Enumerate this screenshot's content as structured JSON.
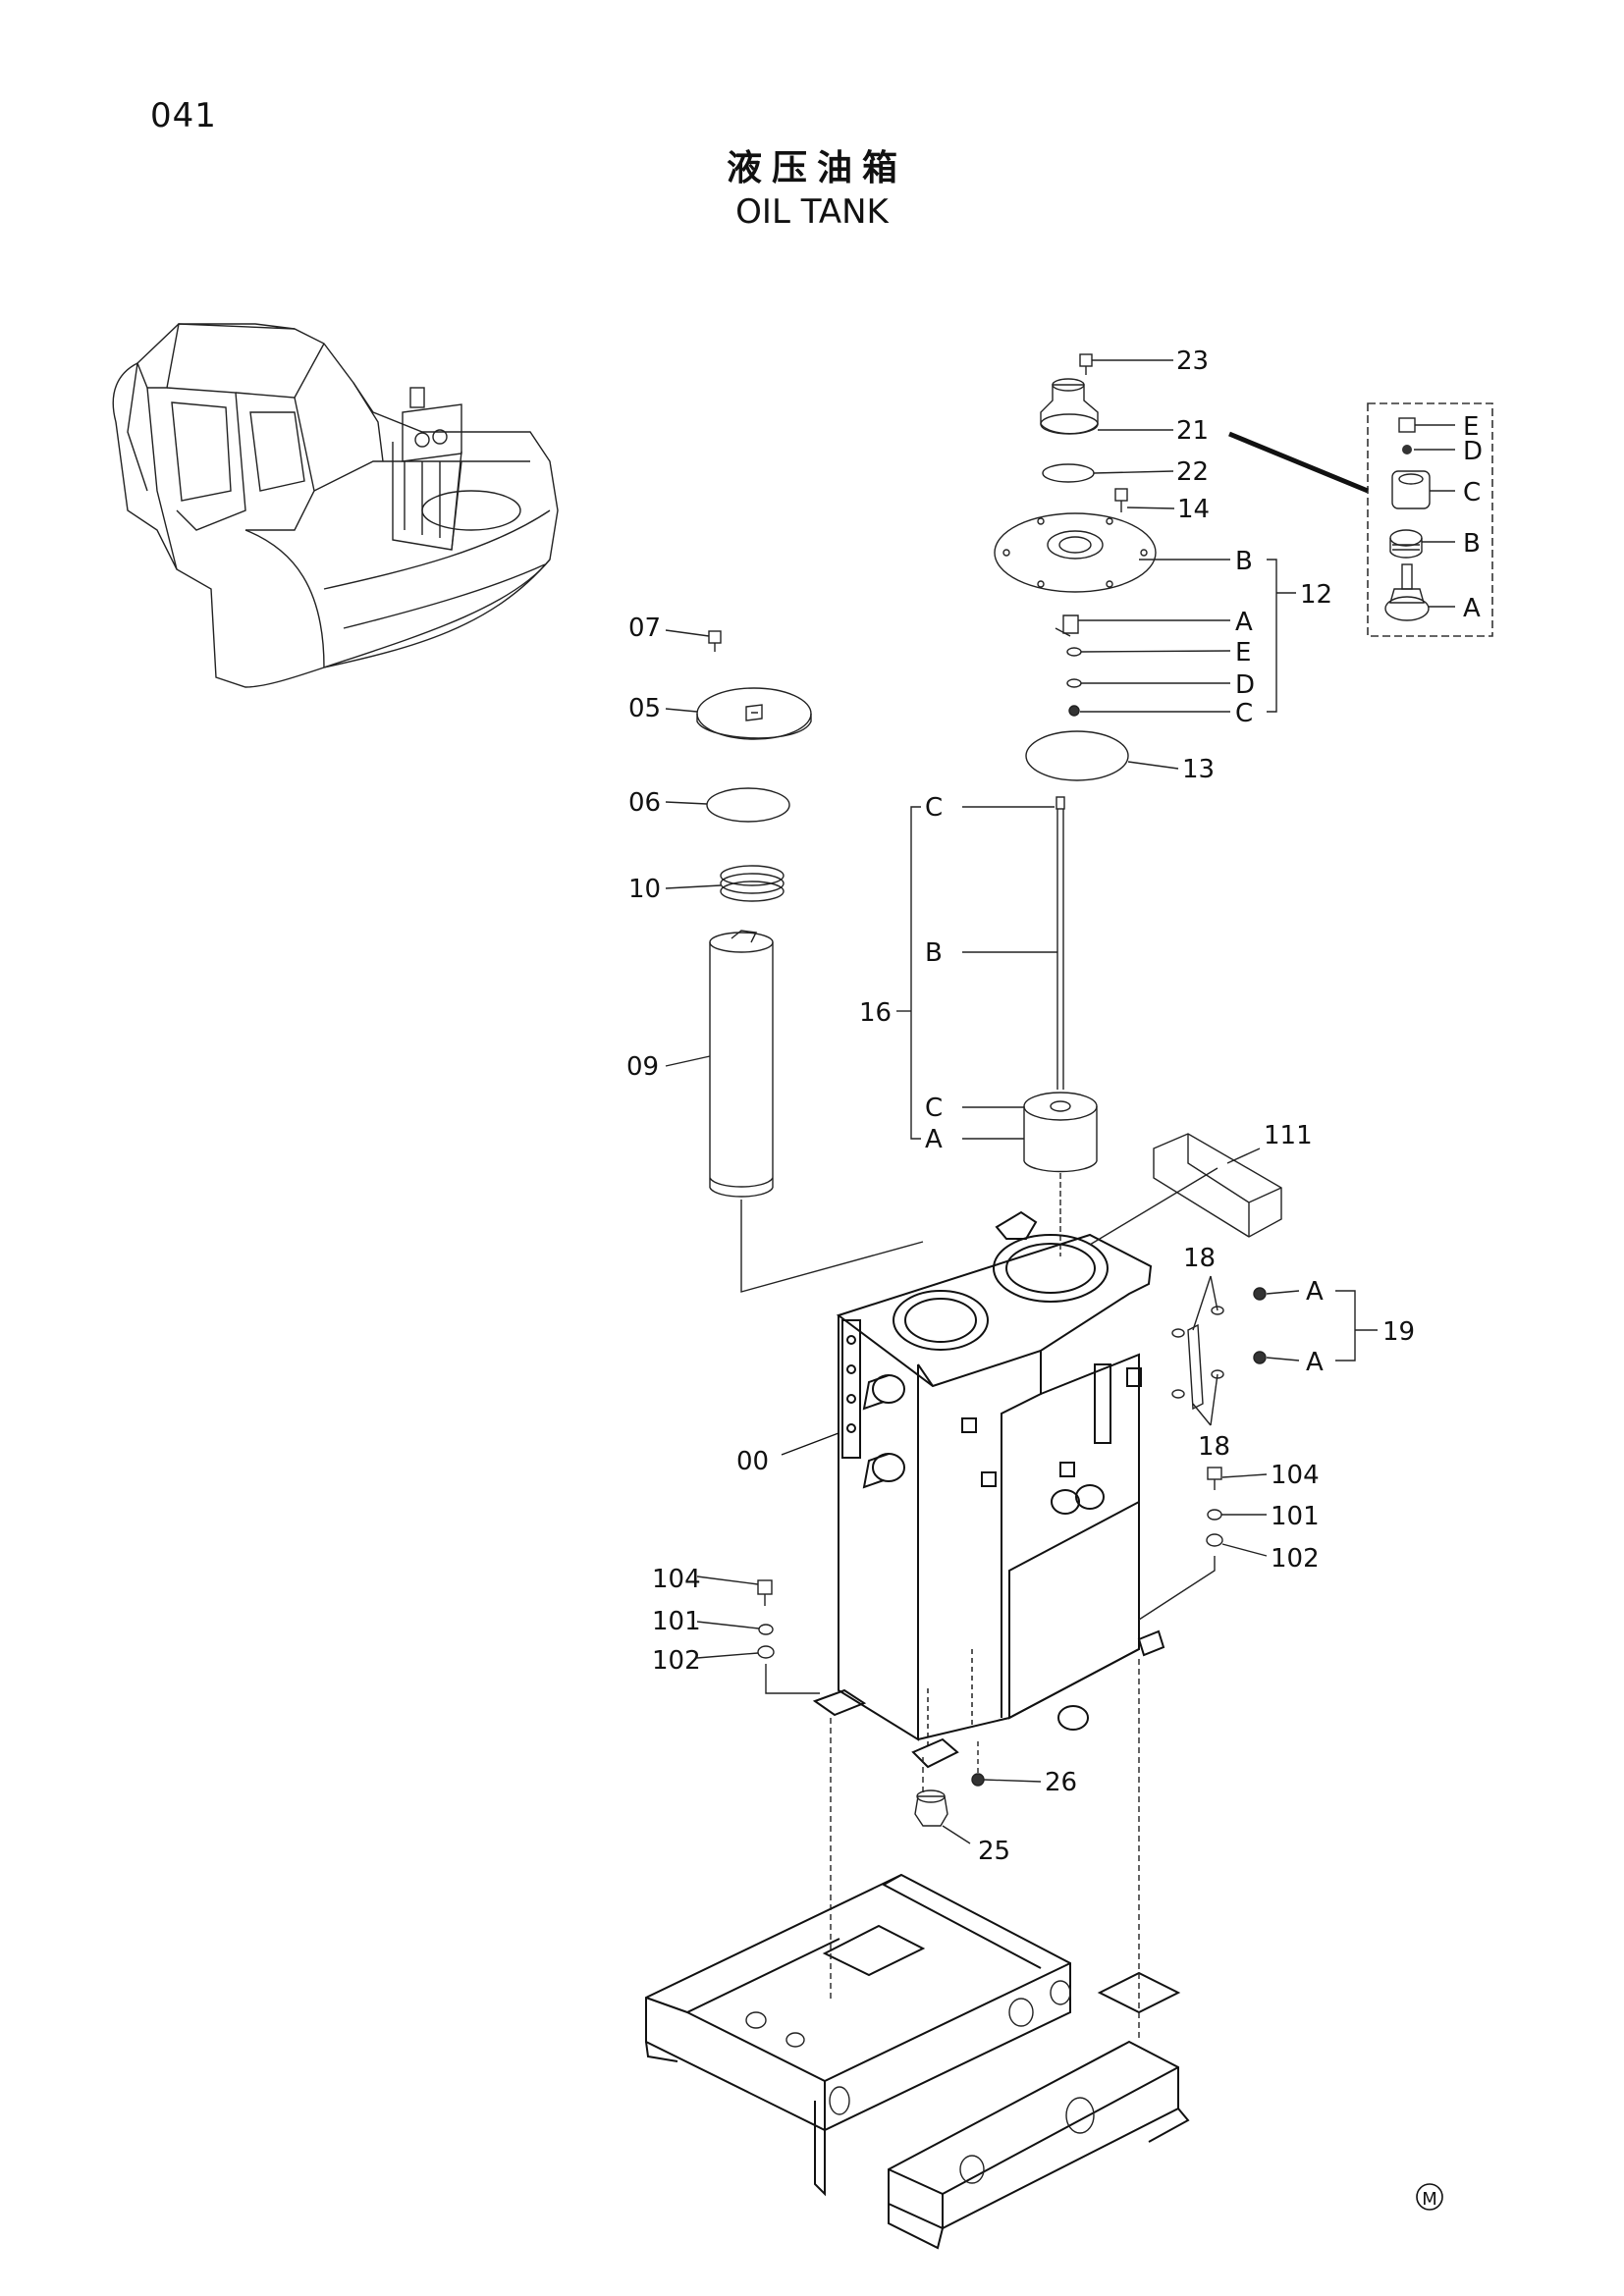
{
  "page_number": "041",
  "title_cn": "液压油箱",
  "title_en": "OIL TANK",
  "mark": "M",
  "callouts": {
    "c23": "23",
    "c21": "21",
    "c22": "22",
    "c14": "14",
    "c12": "12",
    "c13": "13",
    "c07": "07",
    "c05": "05",
    "c06": "06",
    "c10": "10",
    "c09": "09",
    "c16": "16",
    "c111": "111",
    "c18a": "18",
    "c18b": "18",
    "c19": "19",
    "c00": "00",
    "c104r": "104",
    "c101r": "101",
    "c102r": "102",
    "c104l": "104",
    "c101l": "101",
    "c102l": "102",
    "c26": "26",
    "c25": "25"
  },
  "sub_letters_12": [
    "B",
    "A",
    "E",
    "D",
    "C"
  ],
  "sub_letters_16": [
    "C",
    "B",
    "C",
    "A"
  ],
  "sub_letters_19": [
    "A",
    "A"
  ],
  "inset_letters": [
    "E",
    "D",
    "C",
    "B",
    "A"
  ]
}
